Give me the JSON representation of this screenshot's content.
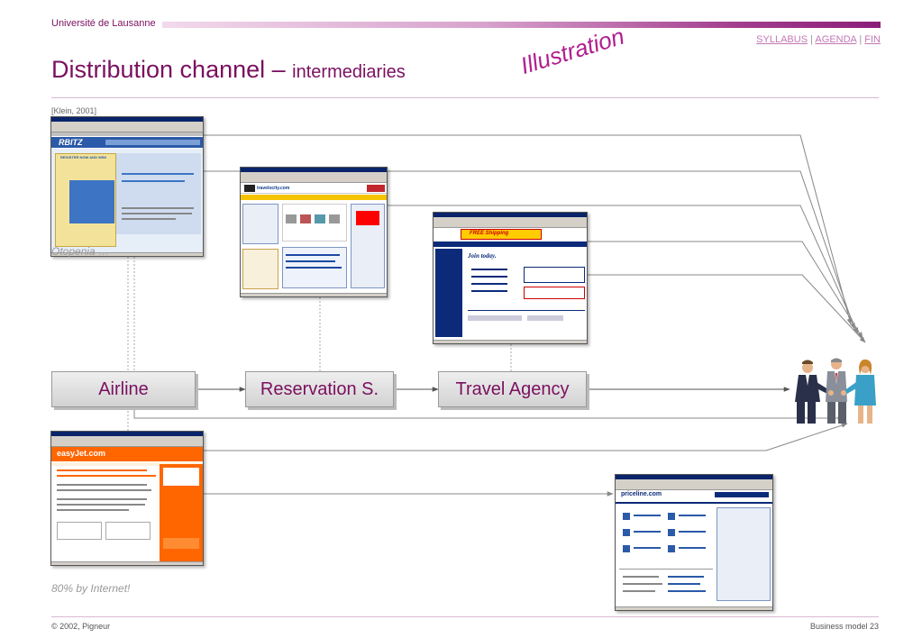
{
  "header": {
    "university": "Université de Lausanne",
    "title_main": "Distribution channel – ",
    "title_sub": "intermediaries",
    "illustration": "Illustration",
    "source": "[Klein, 2001]",
    "nav": {
      "syllabus": "SYLLABUS",
      "agenda": "AGENDA",
      "fin": "FIN",
      "sep1": "|",
      "sep2": "|"
    }
  },
  "notes": {
    "otopenia": "Otopenia …",
    "internet": "80% by Internet!"
  },
  "channel": {
    "airline": "Airline",
    "reservation": "Reservation S.",
    "agency": "Travel Agency"
  },
  "sites": {
    "orbitz": {
      "logo": "RBITZ",
      "promo": "REGISTER NOW AND WIN!"
    },
    "travelocity": {
      "logo": "travelocity.com"
    },
    "lowestfare": {
      "logo": "FREE Shipping",
      "join": "Join today."
    },
    "easyjet": {
      "logo": "easyJet.com"
    },
    "priceline": {
      "logo": "priceline.com"
    }
  },
  "footer": {
    "copyright": "© 2002, Pigneur",
    "page": "Business model  23"
  },
  "colors": {
    "accent": "#7a1060",
    "illustration": "#b01f8e",
    "link": "#c278b4"
  }
}
